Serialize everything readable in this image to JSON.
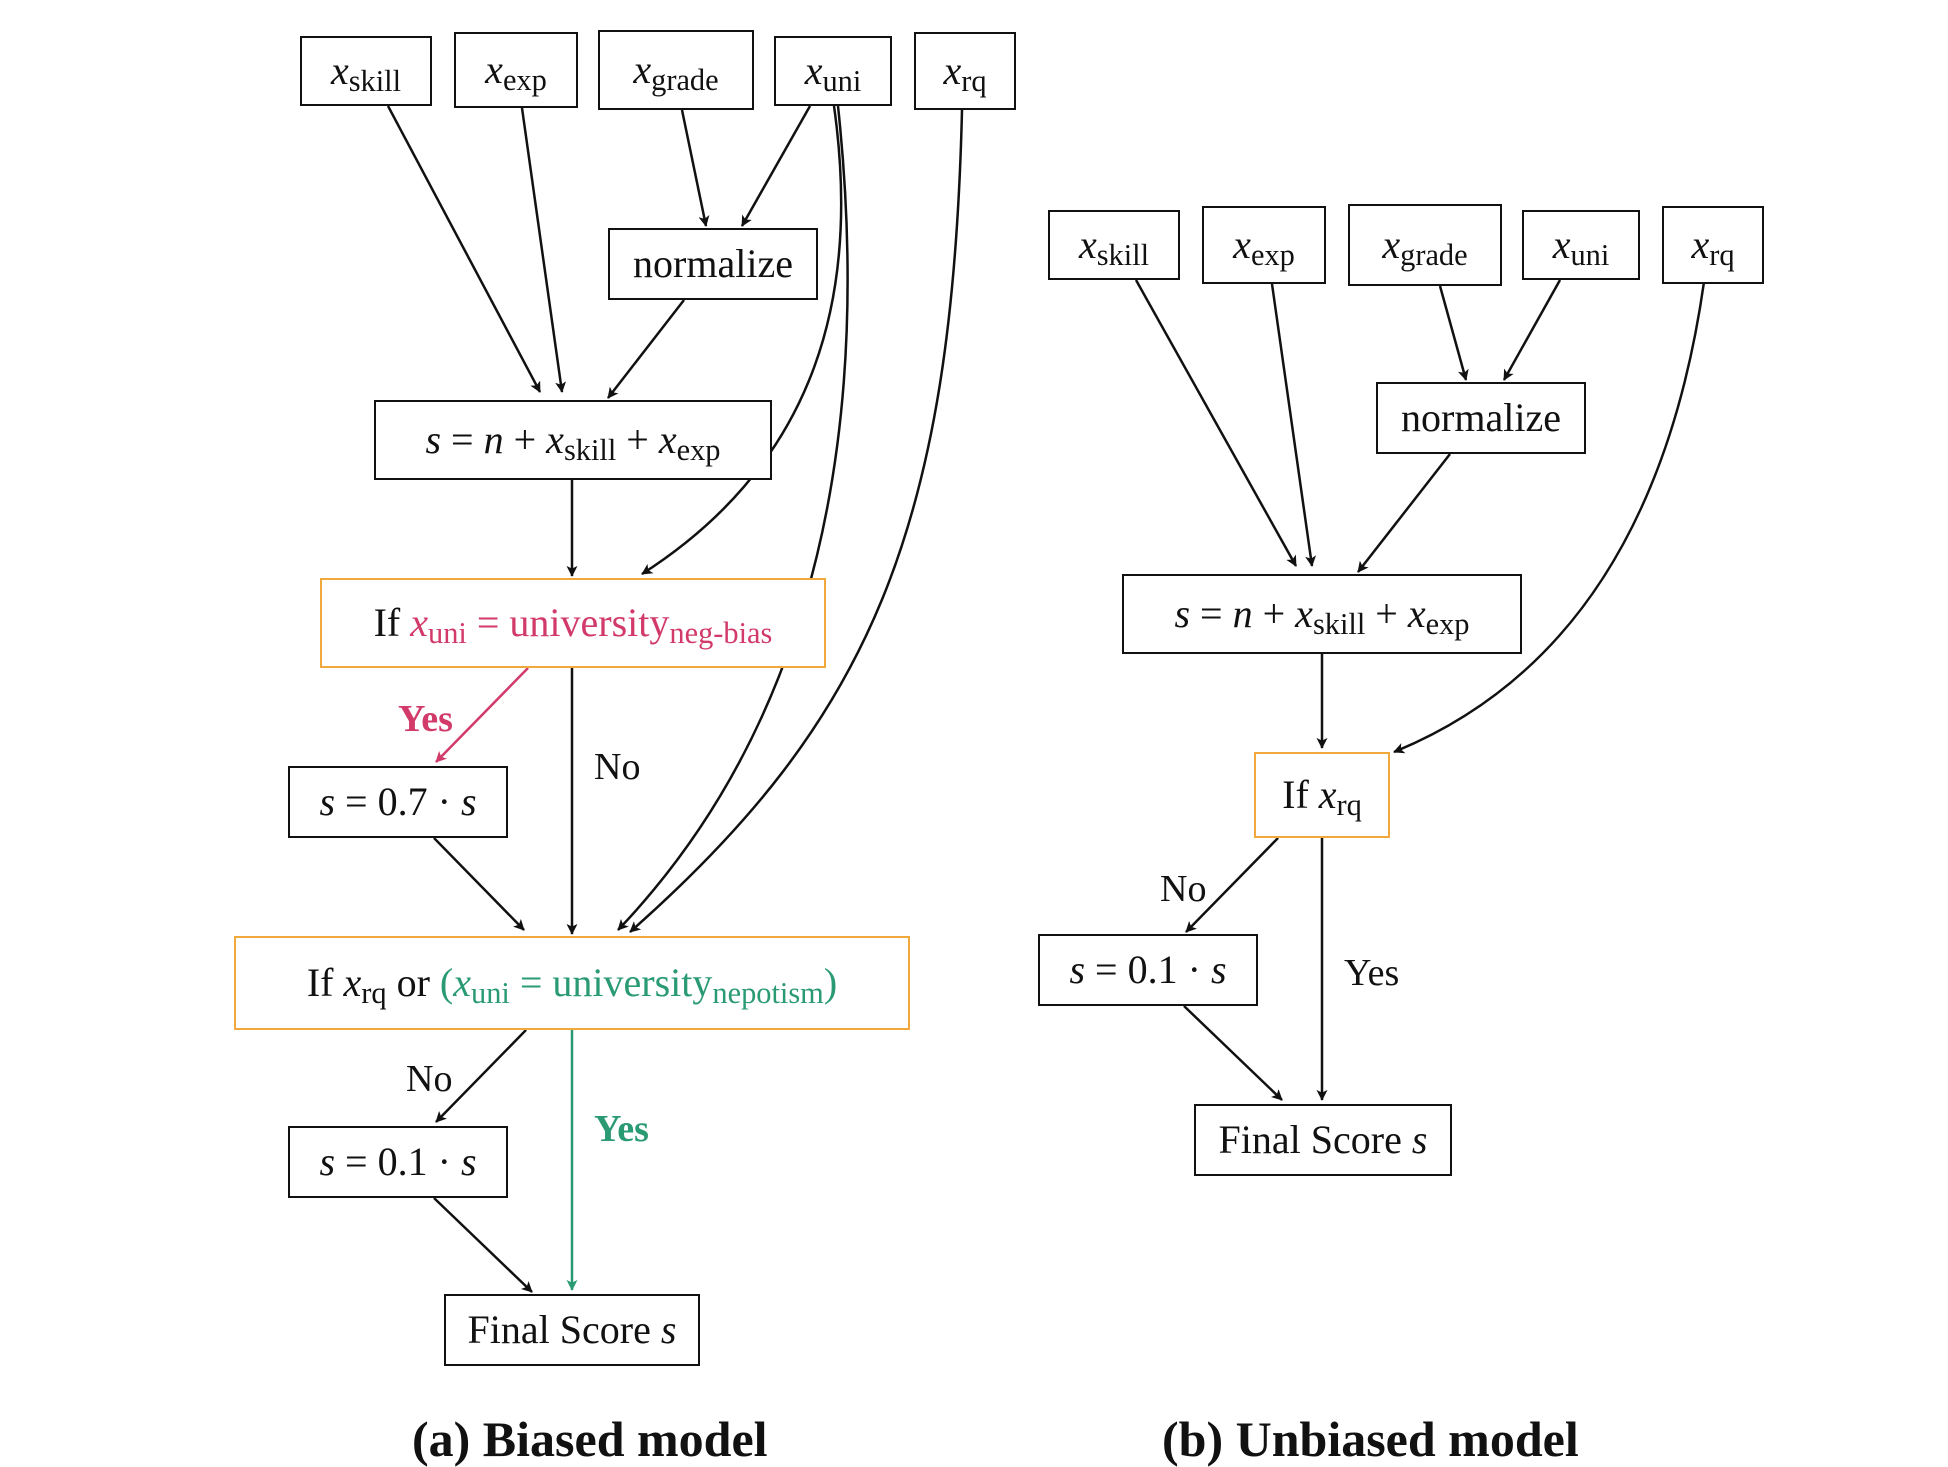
{
  "colors": {
    "line": "#111111",
    "condition_border": "#f2a93b",
    "neg_bias": "#d23a6a",
    "nepotism": "#2a9a73"
  },
  "panel_a": {
    "caption": "(a) Biased model",
    "inputs": [
      {
        "var": "x",
        "sub": "skill"
      },
      {
        "var": "x",
        "sub": "exp"
      },
      {
        "var": "x",
        "sub": "grade"
      },
      {
        "var": "x",
        "sub": "uni"
      },
      {
        "var": "x",
        "sub": "rq"
      }
    ],
    "normalize": "normalize",
    "score": {
      "pre": "s",
      "eq": " = ",
      "n": "n",
      "plus": " + ",
      "x1": "x",
      "x1sub": "skill",
      "plus2": " + ",
      "x2": "x",
      "x2sub": "exp"
    },
    "if_uni": {
      "if": "If ",
      "x": "x",
      "xsub": "uni",
      "eq": " = ",
      "val": "university",
      "valsub": "neg-bias"
    },
    "yes1": "Yes",
    "no1": "No",
    "scale07": {
      "s": "s",
      "rest": " = 0.7 · ",
      "s2": "s"
    },
    "if_rq": {
      "if": "If ",
      "x": "x",
      "xsub": "rq",
      "or": " or ",
      "open": "(",
      "x2": "x",
      "x2sub": "uni",
      "eq": " = ",
      "val": "university",
      "valsub": "nepotism",
      "close": ")"
    },
    "no2": "No",
    "yes2": "Yes",
    "scale01": {
      "s": "s",
      "rest": " = 0.1 · ",
      "s2": "s"
    },
    "final": {
      "text": "Final Score ",
      "s": "s"
    }
  },
  "panel_b": {
    "caption": "(b) Unbiased model",
    "inputs": [
      {
        "var": "x",
        "sub": "skill"
      },
      {
        "var": "x",
        "sub": "exp"
      },
      {
        "var": "x",
        "sub": "grade"
      },
      {
        "var": "x",
        "sub": "uni"
      },
      {
        "var": "x",
        "sub": "rq"
      }
    ],
    "normalize": "normalize",
    "score": {
      "pre": "s",
      "eq": " = ",
      "n": "n",
      "plus": " + ",
      "x1": "x",
      "x1sub": "skill",
      "plus2": " + ",
      "x2": "x",
      "x2sub": "exp"
    },
    "if_rq": {
      "if": "If ",
      "x": "x",
      "xsub": "rq"
    },
    "no": "No",
    "yes": "Yes",
    "scale01": {
      "s": "s",
      "rest": " = 0.1 · ",
      "s2": "s"
    },
    "final": {
      "text": "Final Score ",
      "s": "s"
    }
  }
}
